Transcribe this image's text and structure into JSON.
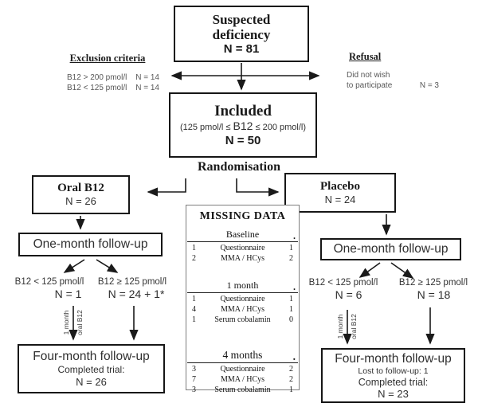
{
  "palette": {
    "line": "#1a1a1a",
    "box_border": "#161616",
    "gray_text": "#575757",
    "missing_border": "#7d7d7d"
  },
  "top": {
    "suspected": {
      "title1": "Suspected",
      "title2": "deficiency",
      "n": "N = 81"
    },
    "exclusion": {
      "heading": "Exclusion criteria",
      "items": [
        {
          "label": "B12  > 200 pmol/l",
          "n": "N = 14"
        },
        {
          "label": "B12  < 125 pmol/l",
          "n": "N = 14"
        }
      ]
    },
    "refusal": {
      "heading": "Refusal",
      "line1": "Did not wish",
      "line2": "to participate",
      "n": "N = 3"
    },
    "included": {
      "title": "Included",
      "criteria_pre": "(125 pmol/l  ≤ ",
      "criteria_mid": "B12",
      "criteria_post": " ≤  200 pmol/l)",
      "n": "N = 50"
    }
  },
  "randomisation_label": "Randomisation",
  "arms": {
    "oral": {
      "title": "Oral B12",
      "n": "N = 26",
      "one_month": "One-month follow-up",
      "low": {
        "label": "B12 < 125 pmol/l",
        "n": "N = 1"
      },
      "high": {
        "label": "B12 ≥ 125 pmol/l",
        "n": "N = 24 + 1*"
      },
      "rescue": {
        "line1": "1 month",
        "line2": "oral B12"
      },
      "four_month": {
        "title": "Four-month follow-up",
        "line1": "Completed trial:",
        "line2": "N = 26"
      }
    },
    "placebo": {
      "title": "Placebo",
      "n": "N = 24",
      "one_month": "One-month follow-up",
      "low": {
        "label": "B12 < 125 pmol/l",
        "n": "N = 6"
      },
      "high": {
        "label": "B12 ≥ 125 pmol/l",
        "n": "N = 18"
      },
      "rescue": {
        "line1": "1 month",
        "line2": "oral B12"
      },
      "four_month": {
        "title": "Four-month follow-up",
        "lost": "Lost to follow-up: 1",
        "line1": "Completed trial:",
        "line2": "N = 23"
      }
    }
  },
  "missing_data": {
    "title": "MISSING DATA",
    "sections": [
      {
        "header": "Baseline",
        "dot": ".",
        "rows": [
          [
            "1",
            "Questionnaire",
            "1"
          ],
          [
            "2",
            "MMA / HCys",
            "2"
          ]
        ]
      },
      {
        "header": "1 month",
        "dot": ".",
        "rows": [
          [
            "1",
            "Questionnaire",
            "1"
          ],
          [
            "4",
            "MMA / HCys",
            "1"
          ],
          [
            "1",
            "Serum cobalamin",
            "0"
          ]
        ]
      },
      {
        "header": "4 months",
        "dot": ".",
        "rows": [
          [
            "3",
            "Questionnaire",
            "2"
          ],
          [
            "7",
            "MMA / HCys",
            "2"
          ],
          [
            "3",
            "Serum cobalamin",
            "1"
          ]
        ]
      }
    ]
  }
}
